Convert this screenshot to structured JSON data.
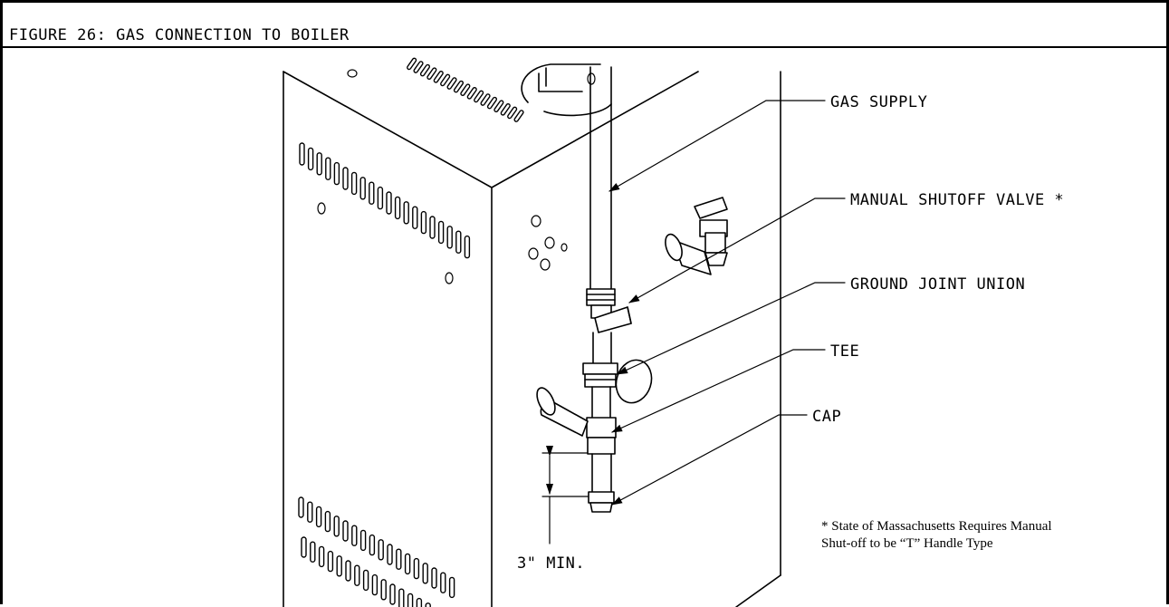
{
  "figure": {
    "title": "FIGURE 26: GAS CONNECTION TO BOILER"
  },
  "callouts": {
    "gas_supply": "GAS SUPPLY",
    "manual_shutoff_valve": "MANUAL SHUTOFF VALVE *",
    "ground_joint_union": "GROUND JOINT UNION",
    "tee": "TEE",
    "cap": "CAP"
  },
  "dimension": {
    "label": "3\" MIN."
  },
  "note": {
    "line1": "* State of Massachusetts Requires Manual",
    "line2": "Shut-off to be “T” Handle Type"
  }
}
